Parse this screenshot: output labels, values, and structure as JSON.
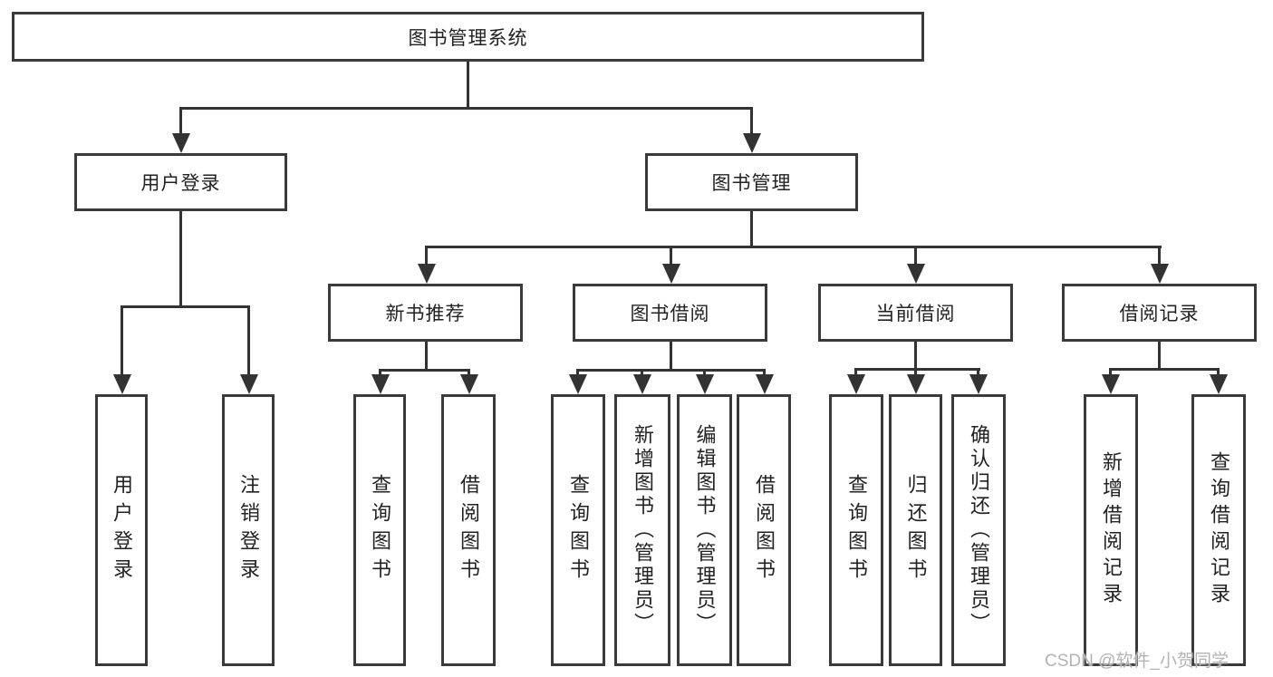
{
  "diagram": {
    "root": {
      "label": "图书管理系统"
    },
    "level2": [
      {
        "label": "用户登录"
      },
      {
        "label": "图书管理"
      }
    ],
    "level3": [
      {
        "label": "新书推荐"
      },
      {
        "label": "图书借阅"
      },
      {
        "label": "当前借阅"
      },
      {
        "label": "借阅记录"
      }
    ],
    "leaves": {
      "user_login": [
        "用户登录",
        "注销登录"
      ],
      "new_books": [
        "查询图书",
        "借阅图书"
      ],
      "book_borrow": [
        "查询图书",
        "新增图书（管理员）",
        "编辑图书（管理员）",
        "借阅图书"
      ],
      "current_borrow": [
        "查询图书",
        "归还图书",
        "确认归还（管理员）"
      ],
      "borrow_records": [
        "新增借阅记录",
        "查询借阅记录"
      ]
    }
  },
  "watermark": "CSDN @软件_小贺同学",
  "colors": {
    "line": "#333333",
    "box_border": "#3a3a3a",
    "text": "#222222",
    "watermark": "#b3b3b3",
    "background": "#ffffff"
  }
}
